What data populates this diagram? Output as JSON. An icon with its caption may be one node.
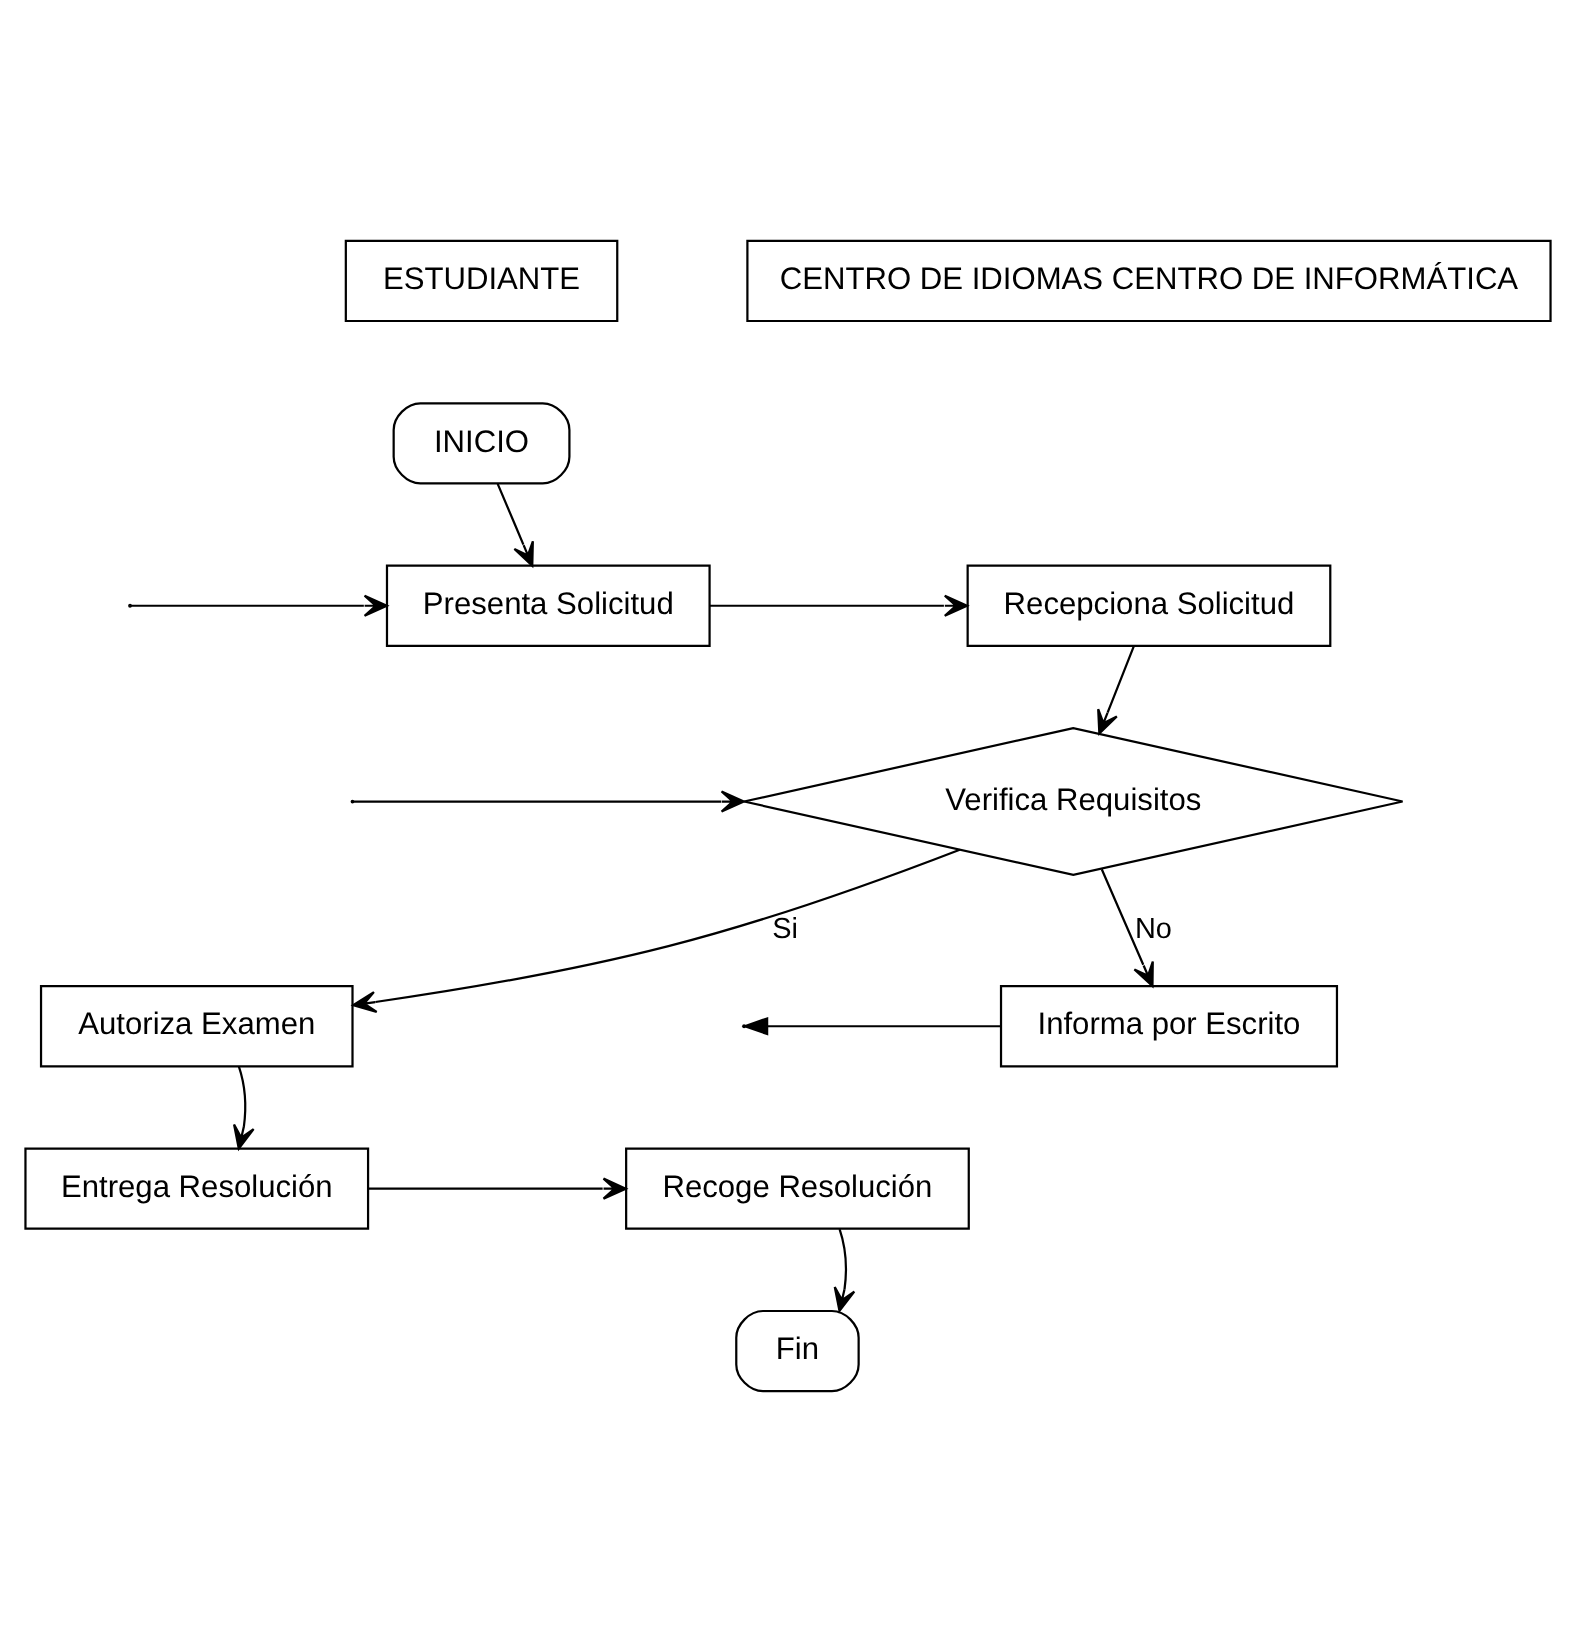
{
  "diagram": {
    "nodes": [
      {
        "text": [
          "ESTUDIANTE"
        ]
      },
      {
        "text": [
          "CENTRO DE IDIOMAS CENTRO DE INFORMÁTICA"
        ]
      },
      {
        "text": [
          "INICIO"
        ]
      },
      {
        "text": [
          "Presenta Solicitud"
        ]
      },
      {
        "text": [
          "Recepciona Solicitud"
        ]
      },
      {
        "text": [
          "Verifica Requisitos"
        ]
      },
      {
        "text": [
          "Informa por Escrito"
        ]
      },
      {
        "text": [
          "Autoriza Examen"
        ]
      },
      {
        "text": [
          "Entrega Resolución"
        ]
      },
      {
        "text": [
          "Recoge Resolución"
        ]
      },
      {
        "text": [
          "Fin"
        ]
      }
    ],
    "edges": [
      {
        "from": 2,
        "to": 3,
        "arrow": "to"
      },
      {
        "from": null,
        "to": 3,
        "arrow": "to"
      },
      {
        "from": 3,
        "to": 4,
        "arrow": "to"
      },
      {
        "from": 4,
        "to": 5,
        "arrow": "to"
      },
      {
        "from": null,
        "to": 5,
        "arrow": "to"
      },
      {
        "from": 5,
        "to": 6,
        "label": "No",
        "arrow": "to"
      },
      {
        "from": 5,
        "to": 7,
        "label": "Si",
        "arrow": "to"
      },
      {
        "from": 6,
        "to": null,
        "arrow": "to"
      },
      {
        "from": 7,
        "to": 8,
        "arrow": "to"
      },
      {
        "from": 8,
        "to": 9,
        "arrow": "to"
      },
      {
        "from": 9,
        "to": 10,
        "arrow": "to"
      }
    ]
  }
}
